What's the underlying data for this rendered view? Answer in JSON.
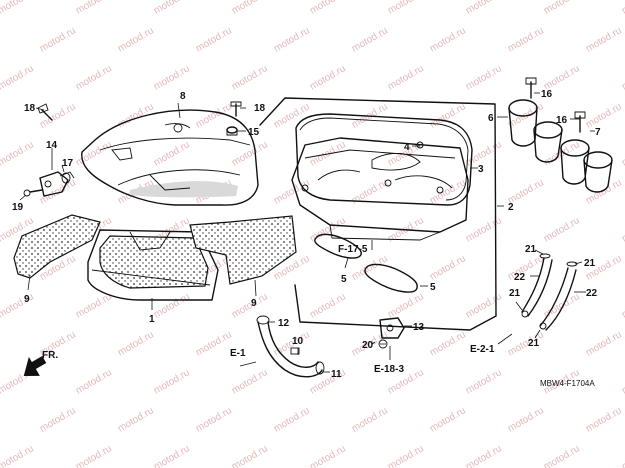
{
  "diagram": {
    "watermark": "motod.ru",
    "code": "MBW4-F1704A",
    "front_arrow_label": "FR.",
    "colors": {
      "line": "#111111",
      "watermark": "#e3b9b9",
      "background": "#ffffff"
    },
    "callouts": [
      {
        "id": "c1",
        "label": "1"
      },
      {
        "id": "c2",
        "label": "2"
      },
      {
        "id": "c3",
        "label": "3"
      },
      {
        "id": "c4",
        "label": "4"
      },
      {
        "id": "c5a",
        "label": "5"
      },
      {
        "id": "c5b",
        "label": "5"
      },
      {
        "id": "c6",
        "label": "6"
      },
      {
        "id": "c7",
        "label": "7"
      },
      {
        "id": "c8",
        "label": "8"
      },
      {
        "id": "c9a",
        "label": "9"
      },
      {
        "id": "c9b",
        "label": "9"
      },
      {
        "id": "c10",
        "label": "10"
      },
      {
        "id": "c11",
        "label": "11"
      },
      {
        "id": "c12",
        "label": "12"
      },
      {
        "id": "c13",
        "label": "13"
      },
      {
        "id": "c14",
        "label": "14"
      },
      {
        "id": "c15",
        "label": "15"
      },
      {
        "id": "c16",
        "label": "16"
      },
      {
        "id": "c16b",
        "label": "16"
      },
      {
        "id": "c17",
        "label": "17"
      },
      {
        "id": "c18a",
        "label": "18"
      },
      {
        "id": "c18b",
        "label": "18"
      },
      {
        "id": "c19",
        "label": "19"
      },
      {
        "id": "c20",
        "label": "20"
      },
      {
        "id": "c21a",
        "label": "21"
      },
      {
        "id": "c21b",
        "label": "21"
      },
      {
        "id": "c21c",
        "label": "21"
      },
      {
        "id": "c21d",
        "label": "21"
      },
      {
        "id": "c22a",
        "label": "22"
      },
      {
        "id": "c22b",
        "label": "22"
      }
    ],
    "references": [
      {
        "id": "r1",
        "label": "F-17-5"
      },
      {
        "id": "r2",
        "label": "E-1"
      },
      {
        "id": "r3",
        "label": "E-18-3"
      },
      {
        "id": "r4",
        "label": "E-2-1"
      }
    ]
  }
}
